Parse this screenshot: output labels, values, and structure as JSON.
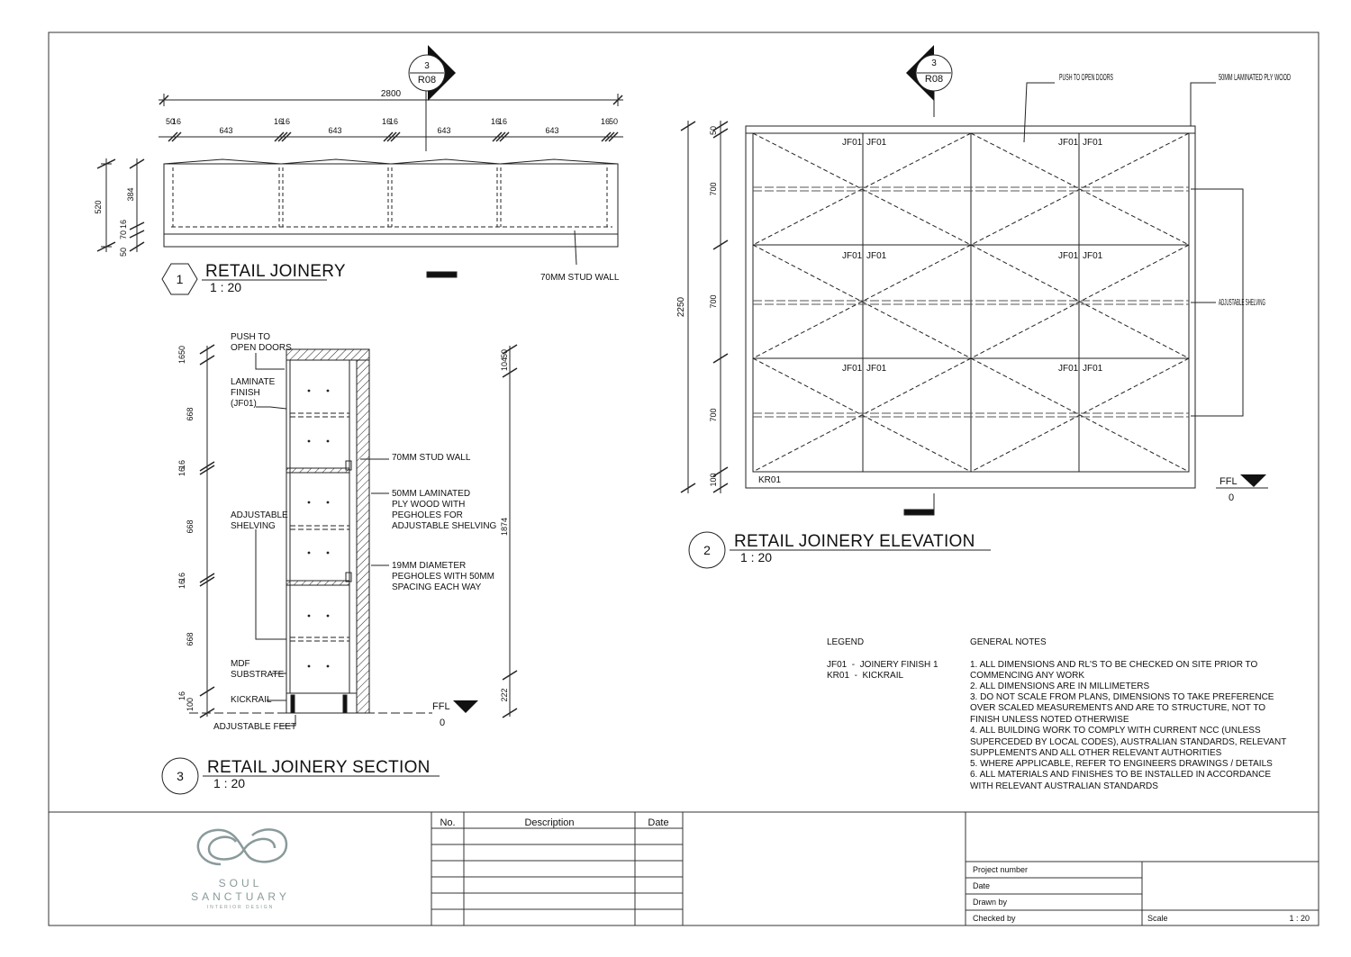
{
  "views": {
    "plan": {
      "number": "1",
      "title": "RETAIL JOINERY",
      "scale": "1 : 20",
      "dims": {
        "overall": "2800",
        "bay": "643",
        "end_left": "50",
        "end_right": "50",
        "gap": "16",
        "height_total": "520",
        "height_upper": "384",
        "height_lower": [
          "50",
          "70",
          "16"
        ]
      },
      "stud_wall": "70MM STUD WALL"
    },
    "elevation": {
      "number": "2",
      "title": "RETAIL JOINERY ELEVATION",
      "scale": "1 : 20",
      "dims": {
        "overall": "2250",
        "top": "50",
        "row": "700",
        "base": "100"
      },
      "callouts": {
        "push_doors": "PUSH TO OPEN DOORS",
        "ply": "50MM LAMINATED PLY WOOD",
        "shelving": "ADJUSTABLE SHELVING"
      },
      "finish": "JF01",
      "kickrail": "KR01",
      "ffl": "FFL",
      "ffl_value": "0"
    },
    "section": {
      "number": "3",
      "title": "RETAIL JOINERY SECTION",
      "scale": "1 : 20",
      "dims": {
        "top": [
          "16",
          "50"
        ],
        "bay": "668",
        "gap": "16",
        "base": [
          "16",
          "100"
        ],
        "right": [
          "104",
          "50"
        ],
        "right_main": "1874",
        "right_base": "222"
      },
      "callouts": {
        "push_doors": [
          "PUSH TO",
          "OPEN DOORS"
        ],
        "laminate": [
          "LAMINATE",
          "FINISH",
          "(JF01)"
        ],
        "shelving": [
          "ADJUSTABLE",
          "SHELVING"
        ],
        "mdf": [
          "MDF",
          "SUBSTRATE"
        ],
        "kickrail": "KICKRAIL",
        "feet": "ADJUSTABLE FEET",
        "stud": "70MM STUD WALL",
        "ply": [
          "50MM LAMINATED",
          "PLY WOOD WITH",
          "PEGHOLES FOR",
          "ADJUSTABLE SHELVING"
        ],
        "pegholes": [
          "19MM DIAMETER",
          "PEGHOLES WITH 50MM",
          "SPACING EACH WAY"
        ]
      },
      "ffl": "FFL",
      "ffl_value": "0"
    }
  },
  "section_markers": [
    {
      "number": "3",
      "sheet": "R08"
    },
    {
      "number": "3",
      "sheet": "R08"
    }
  ],
  "legend": {
    "heading": "LEGEND",
    "items": [
      "JF01  -  JOINERY FINISH 1",
      "KR01  -  KICKRAIL"
    ]
  },
  "notes": {
    "heading": "GENERAL NOTES",
    "lines": [
      "1. ALL DIMENSIONS AND RL'S TO BE CHECKED ON SITE PRIOR TO",
      "COMMENCING ANY WORK",
      "2. ALL DIMENSIONS ARE IN MILLIMETERS",
      "3. DO NOT SCALE FROM PLANS, DIMENSIONS TO TAKE PREFERENCE",
      "OVER SCALED MEASUREMENTS AND ARE TO STRUCTURE, NOT TO",
      "FINISH UNLESS NOTED OTHERWISE",
      "4. ALL BUILDING WORK TO COMPLY WITH CURRENT NCC (UNLESS",
      "SUPERCEDED BY LOCAL CODES), AUSTRALIAN STANDARDS, RELEVANT",
      "SUPPLEMENTS AND ALL OTHER RELEVANT AUTHORITIES",
      "5. WHERE APPLICABLE, REFER TO ENGINEERS DRAWINGS / DETAILS",
      "6. ALL MATERIALS AND FINISHES TO BE INSTALLED IN ACCORDANCE",
      "WITH RELEVANT AUSTRALIAN STANDARDS"
    ]
  },
  "title_block": {
    "logo": {
      "word1": "SOUL",
      "word2": "SANCTUARY",
      "tagline": "INTERIOR DESIGN"
    },
    "revisions": {
      "headers": [
        "No.",
        "Description",
        "Date"
      ]
    },
    "fields": {
      "project_number": "Project number",
      "date": "Date",
      "drawn_by": "Drawn by",
      "checked_by": "Checked by",
      "scale_label": "Scale",
      "scale_value": "1 : 20"
    }
  }
}
